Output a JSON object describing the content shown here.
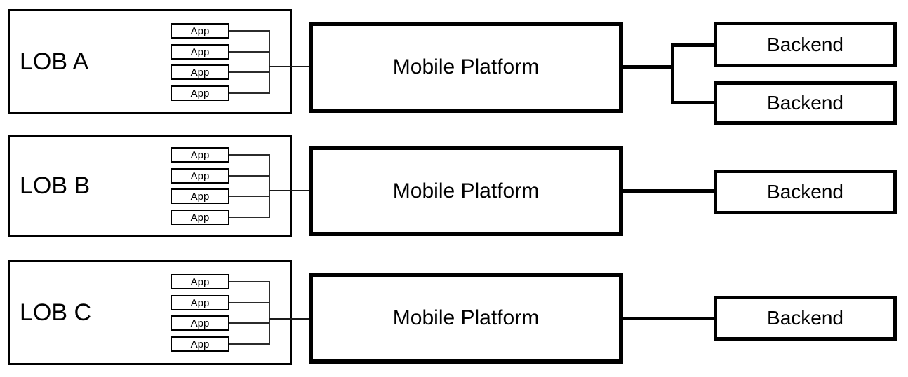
{
  "colors": {
    "background": "#ffffff",
    "box_fill": "#ffffff",
    "border": "#000000",
    "text": "#000000",
    "thin_line": "#2b2b2b"
  },
  "rows": [
    {
      "lob_label": "LOB A",
      "apps": [
        "App",
        "App",
        "App",
        "App"
      ],
      "platform_label": "Mobile Platform",
      "backends": [
        "Backend",
        "Backend"
      ]
    },
    {
      "lob_label": "LOB B",
      "apps": [
        "App",
        "App",
        "App",
        "App"
      ],
      "platform_label": "Mobile Platform",
      "backends": [
        "Backend"
      ]
    },
    {
      "lob_label": "LOB C",
      "apps": [
        "App",
        "App",
        "App",
        "App"
      ],
      "platform_label": "Mobile Platform",
      "backends": [
        "Backend"
      ]
    }
  ]
}
